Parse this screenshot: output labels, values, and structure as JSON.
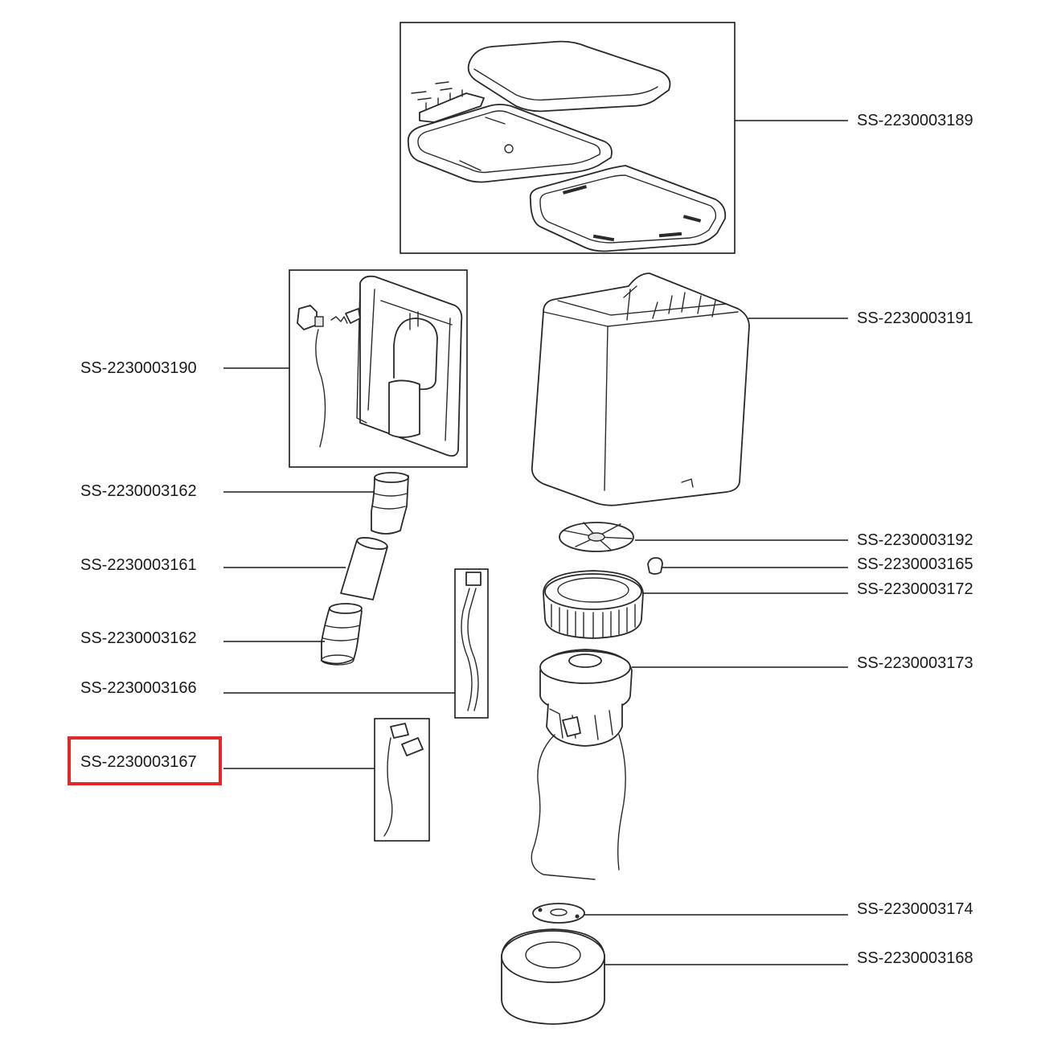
{
  "diagram": {
    "labels": {
      "p3189": "SS-2230003189",
      "p3191": "SS-2230003191",
      "p3190": "SS-2230003190",
      "p3162a": "SS-2230003162",
      "p3161": "SS-2230003161",
      "p3162b": "SS-2230003162",
      "p3166": "SS-2230003166",
      "p3167": "SS-2230003167",
      "p3192": "SS-2230003192",
      "p3165": "SS-2230003165",
      "p3172": "SS-2230003172",
      "p3173": "SS-2230003173",
      "p3174": "SS-2230003174",
      "p3168": "SS-2230003168"
    },
    "highlighted_part": "SS-2230003167",
    "highlight_color": "#e32626",
    "line_color": "#1a1a1a"
  }
}
